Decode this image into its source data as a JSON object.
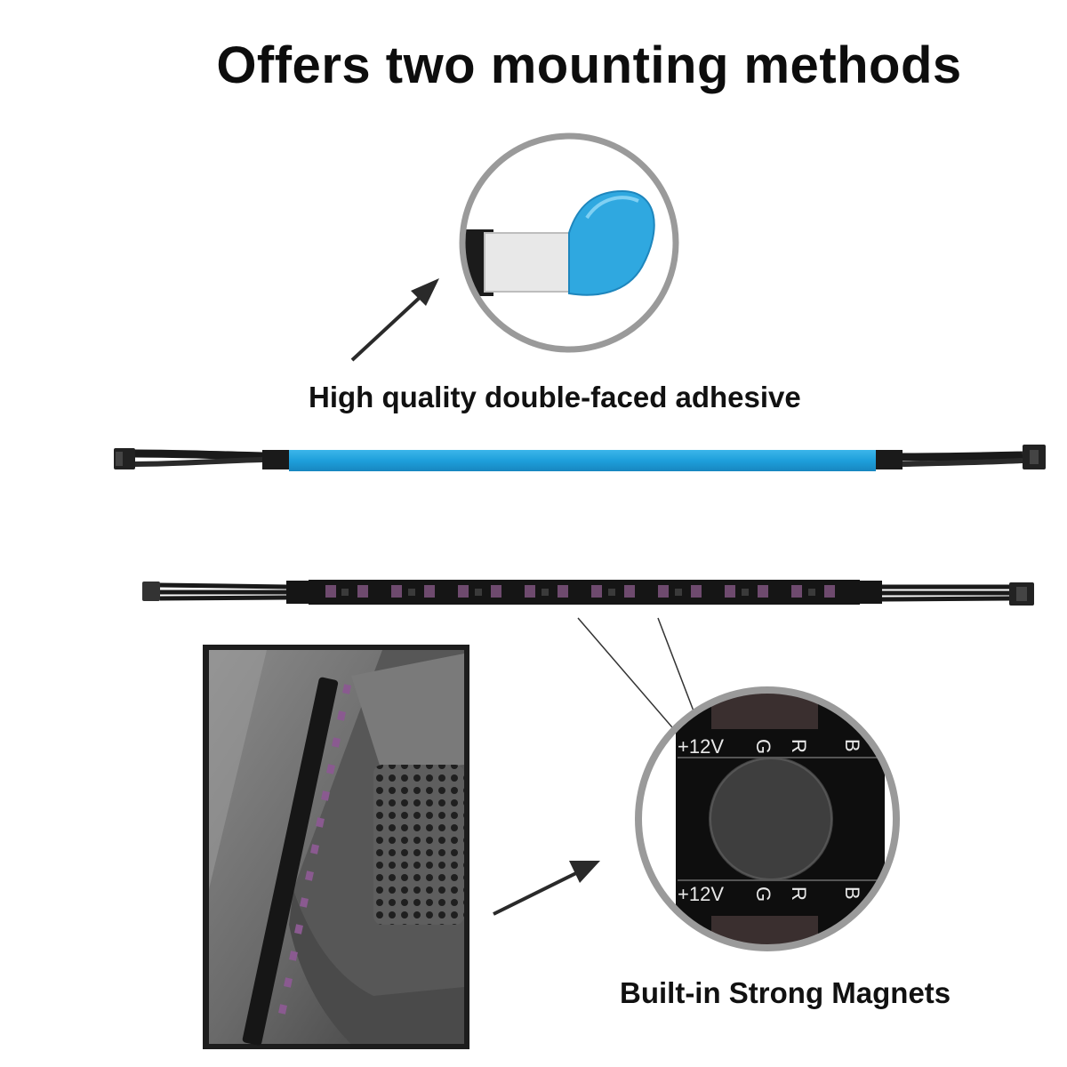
{
  "heading": "Offers two mounting methods",
  "captions": {
    "adhesive": "High quality double-faced adhesive",
    "magnets": "Built-in Strong Magnets"
  },
  "pin_labels": [
    "+12V",
    "G",
    "R",
    "B"
  ],
  "colors": {
    "adhesive_liner": "#2fa8e0",
    "tape_backing": "#e6e6e6",
    "strip_body": "#151515",
    "lens_ring": "#9a9a9a",
    "chassis": "#6f6f6f"
  }
}
